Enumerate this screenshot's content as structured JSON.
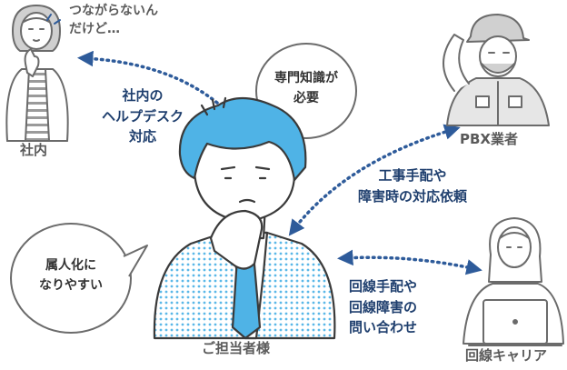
{
  "actors": {
    "shanai": {
      "label": "社内",
      "speech": [
        "つながらないん",
        "だけど…"
      ]
    },
    "pbx": {
      "label": "PBX業者"
    },
    "carrier": {
      "label": "回線キャリア"
    },
    "customer": {
      "label": "ご担当者様"
    }
  },
  "flows": {
    "helpdesk": [
      "社内の",
      "ヘルプデスク",
      "対応"
    ],
    "construction": [
      "工事手配や",
      "障害時の対応依頼"
    ],
    "line": [
      "回線手配や",
      "回線障害の",
      "問い合わせ"
    ]
  },
  "bubbles": {
    "expertise": [
      "専門知識が",
      "必要"
    ],
    "personal": [
      "属人化に",
      "なりやすい"
    ]
  },
  "colors": {
    "navy": "#1f3f6e",
    "arrow": "#2e5b9a",
    "accent_blue": "#4fb3e6",
    "outline": "#6b6b6b"
  }
}
